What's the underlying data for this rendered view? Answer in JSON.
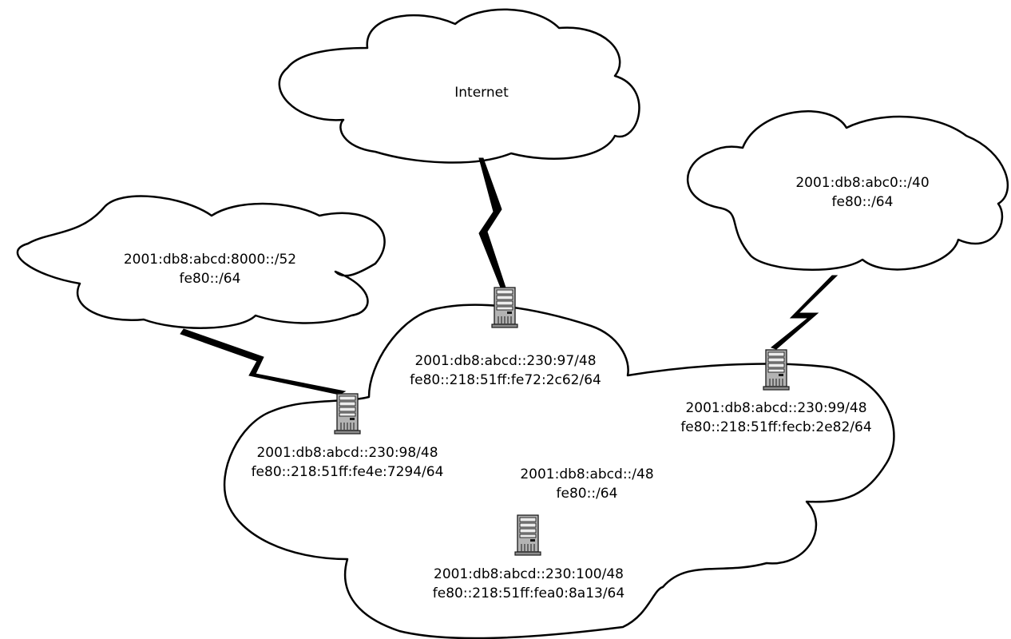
{
  "clouds": {
    "internet": {
      "line1": "Internet"
    },
    "left_net": {
      "line1": "2001:db8:abcd:8000::/52",
      "line2": "fe80::/64"
    },
    "right_net": {
      "line1": "2001:db8:abc0::/40",
      "line2": "fe80::/64"
    },
    "main_net": {
      "line1": "2001:db8:abcd::/48",
      "line2": "fe80::/64"
    }
  },
  "routers": {
    "top": {
      "line1": "2001:db8:abcd::230:97/48",
      "line2": "fe80::218:51ff:fe72:2c62/64"
    },
    "left": {
      "line1": "2001:db8:abcd::230:98/48",
      "line2": "fe80::218:51ff:fe4e:7294/64"
    },
    "right": {
      "line1": "2001:db8:abcd::230:99/48",
      "line2": "fe80::218:51ff:fecb:2e82/64"
    },
    "bottom": {
      "line1": "2001:db8:abcd::230:100/48",
      "line2": "fe80::218:51ff:fea0:8a13/64"
    }
  }
}
